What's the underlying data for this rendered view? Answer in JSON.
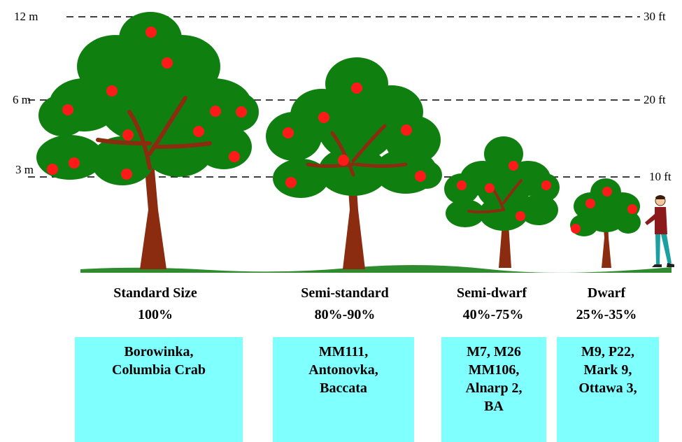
{
  "scale": {
    "left": [
      "12 m",
      "6 m",
      "3 m"
    ],
    "right": [
      "30 ft",
      "20 ft",
      "10 ft"
    ]
  },
  "categories": [
    {
      "name": "Standard Size",
      "percent": "100%",
      "rootstocks": [
        "Borowinka,",
        "Columbia Crab"
      ]
    },
    {
      "name": "Semi-standard",
      "percent": "80%-90%",
      "rootstocks": [
        "MM111,",
        "Antonovka,",
        "Baccata"
      ]
    },
    {
      "name": "Semi-dwarf",
      "percent": "40%-75%",
      "rootstocks": [
        "M7, M26",
        "MM106,",
        "Alnarp 2,",
        "BA"
      ]
    },
    {
      "name": "Dwarf",
      "percent": "25%-35%",
      "rootstocks": [
        "M9, P22,",
        "Mark 9,",
        "Ottawa 3,"
      ]
    }
  ],
  "colors": {
    "foliage": "#0f800f",
    "trunk": "#8b2b0f",
    "fruit": "#ff1a1a",
    "ground": "#2e8b2e",
    "box": "#80ffff",
    "person_shirt": "#8b1a1a",
    "person_pants": "#1aa0a0"
  },
  "icons": [
    "standard-tree-icon",
    "semi-standard-tree-icon",
    "semi-dwarf-tree-icon",
    "dwarf-tree-icon",
    "person-icon"
  ]
}
